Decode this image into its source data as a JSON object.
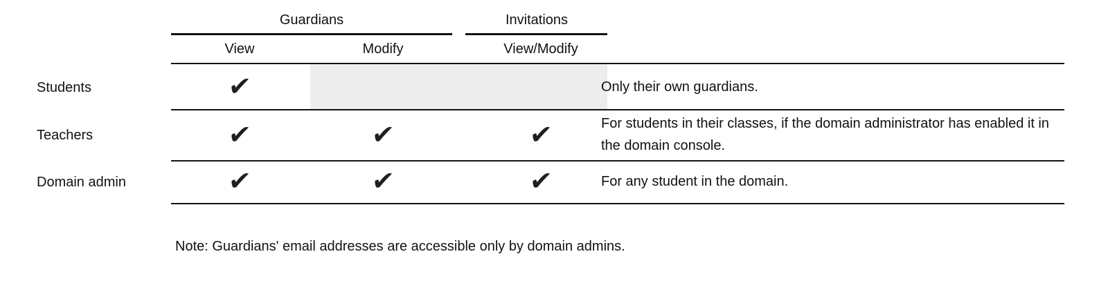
{
  "table": {
    "group_headers": [
      {
        "label": "Guardians"
      },
      {
        "label": "Invitations"
      }
    ],
    "column_headers": [
      "View",
      "Modify",
      "View/Modify"
    ],
    "check_glyph": "✔",
    "rows": [
      {
        "role": "Students",
        "permissions": {
          "view": true,
          "modify": false,
          "view_modify": false
        },
        "note": "Only their own guardians."
      },
      {
        "role": "Teachers",
        "permissions": {
          "view": true,
          "modify": true,
          "view_modify": true
        },
        "note": "For students in their classes, if the domain administrator has enabled it in the domain console."
      },
      {
        "role": "Domain admin",
        "permissions": {
          "view": true,
          "modify": true,
          "view_modify": true
        },
        "note": "For any student in the domain."
      }
    ]
  },
  "footnote": "Note: Guardians' email addresses are accessible only by domain admins.",
  "colors": {
    "text": "#111111",
    "rule": "#111111",
    "disabled_cell_bg": "#ededed"
  }
}
